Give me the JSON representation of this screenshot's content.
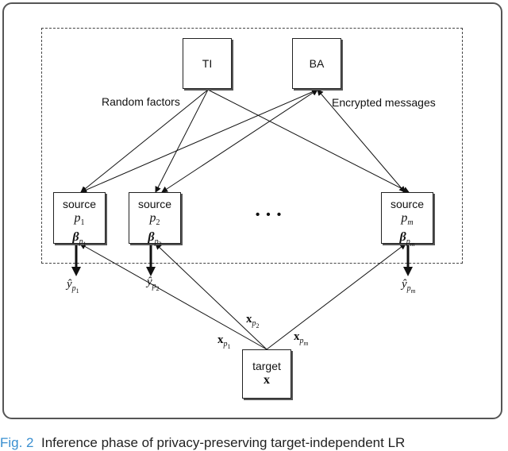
{
  "nodes": {
    "ti": "TI",
    "ba": "BA",
    "source_word": "source",
    "target_word": "target",
    "target_var": "x"
  },
  "sources": [
    {
      "p": "p",
      "sub": "1",
      "beta_sub": "p",
      "beta_subsub": "1",
      "y_sub": "p",
      "y_subsub": "1"
    },
    {
      "p": "p",
      "sub": "2",
      "beta_sub": "p",
      "beta_subsub": "2",
      "y_sub": "p",
      "y_subsub": "2"
    },
    {
      "p": "p",
      "sub": "m",
      "beta_sub": "p",
      "beta_subsub": "m",
      "y_sub": "p",
      "y_subsub": "m"
    }
  ],
  "labels": {
    "random_factors": "Random factors",
    "encrypted_messages": "Encrypted messages",
    "ellipsis": "• • •",
    "beta": "β",
    "yhat": "ŷ",
    "xvar": "x"
  },
  "caption": {
    "fig": "Fig. 2",
    "text": "Inference phase of privacy-preserving target-independent LR"
  }
}
